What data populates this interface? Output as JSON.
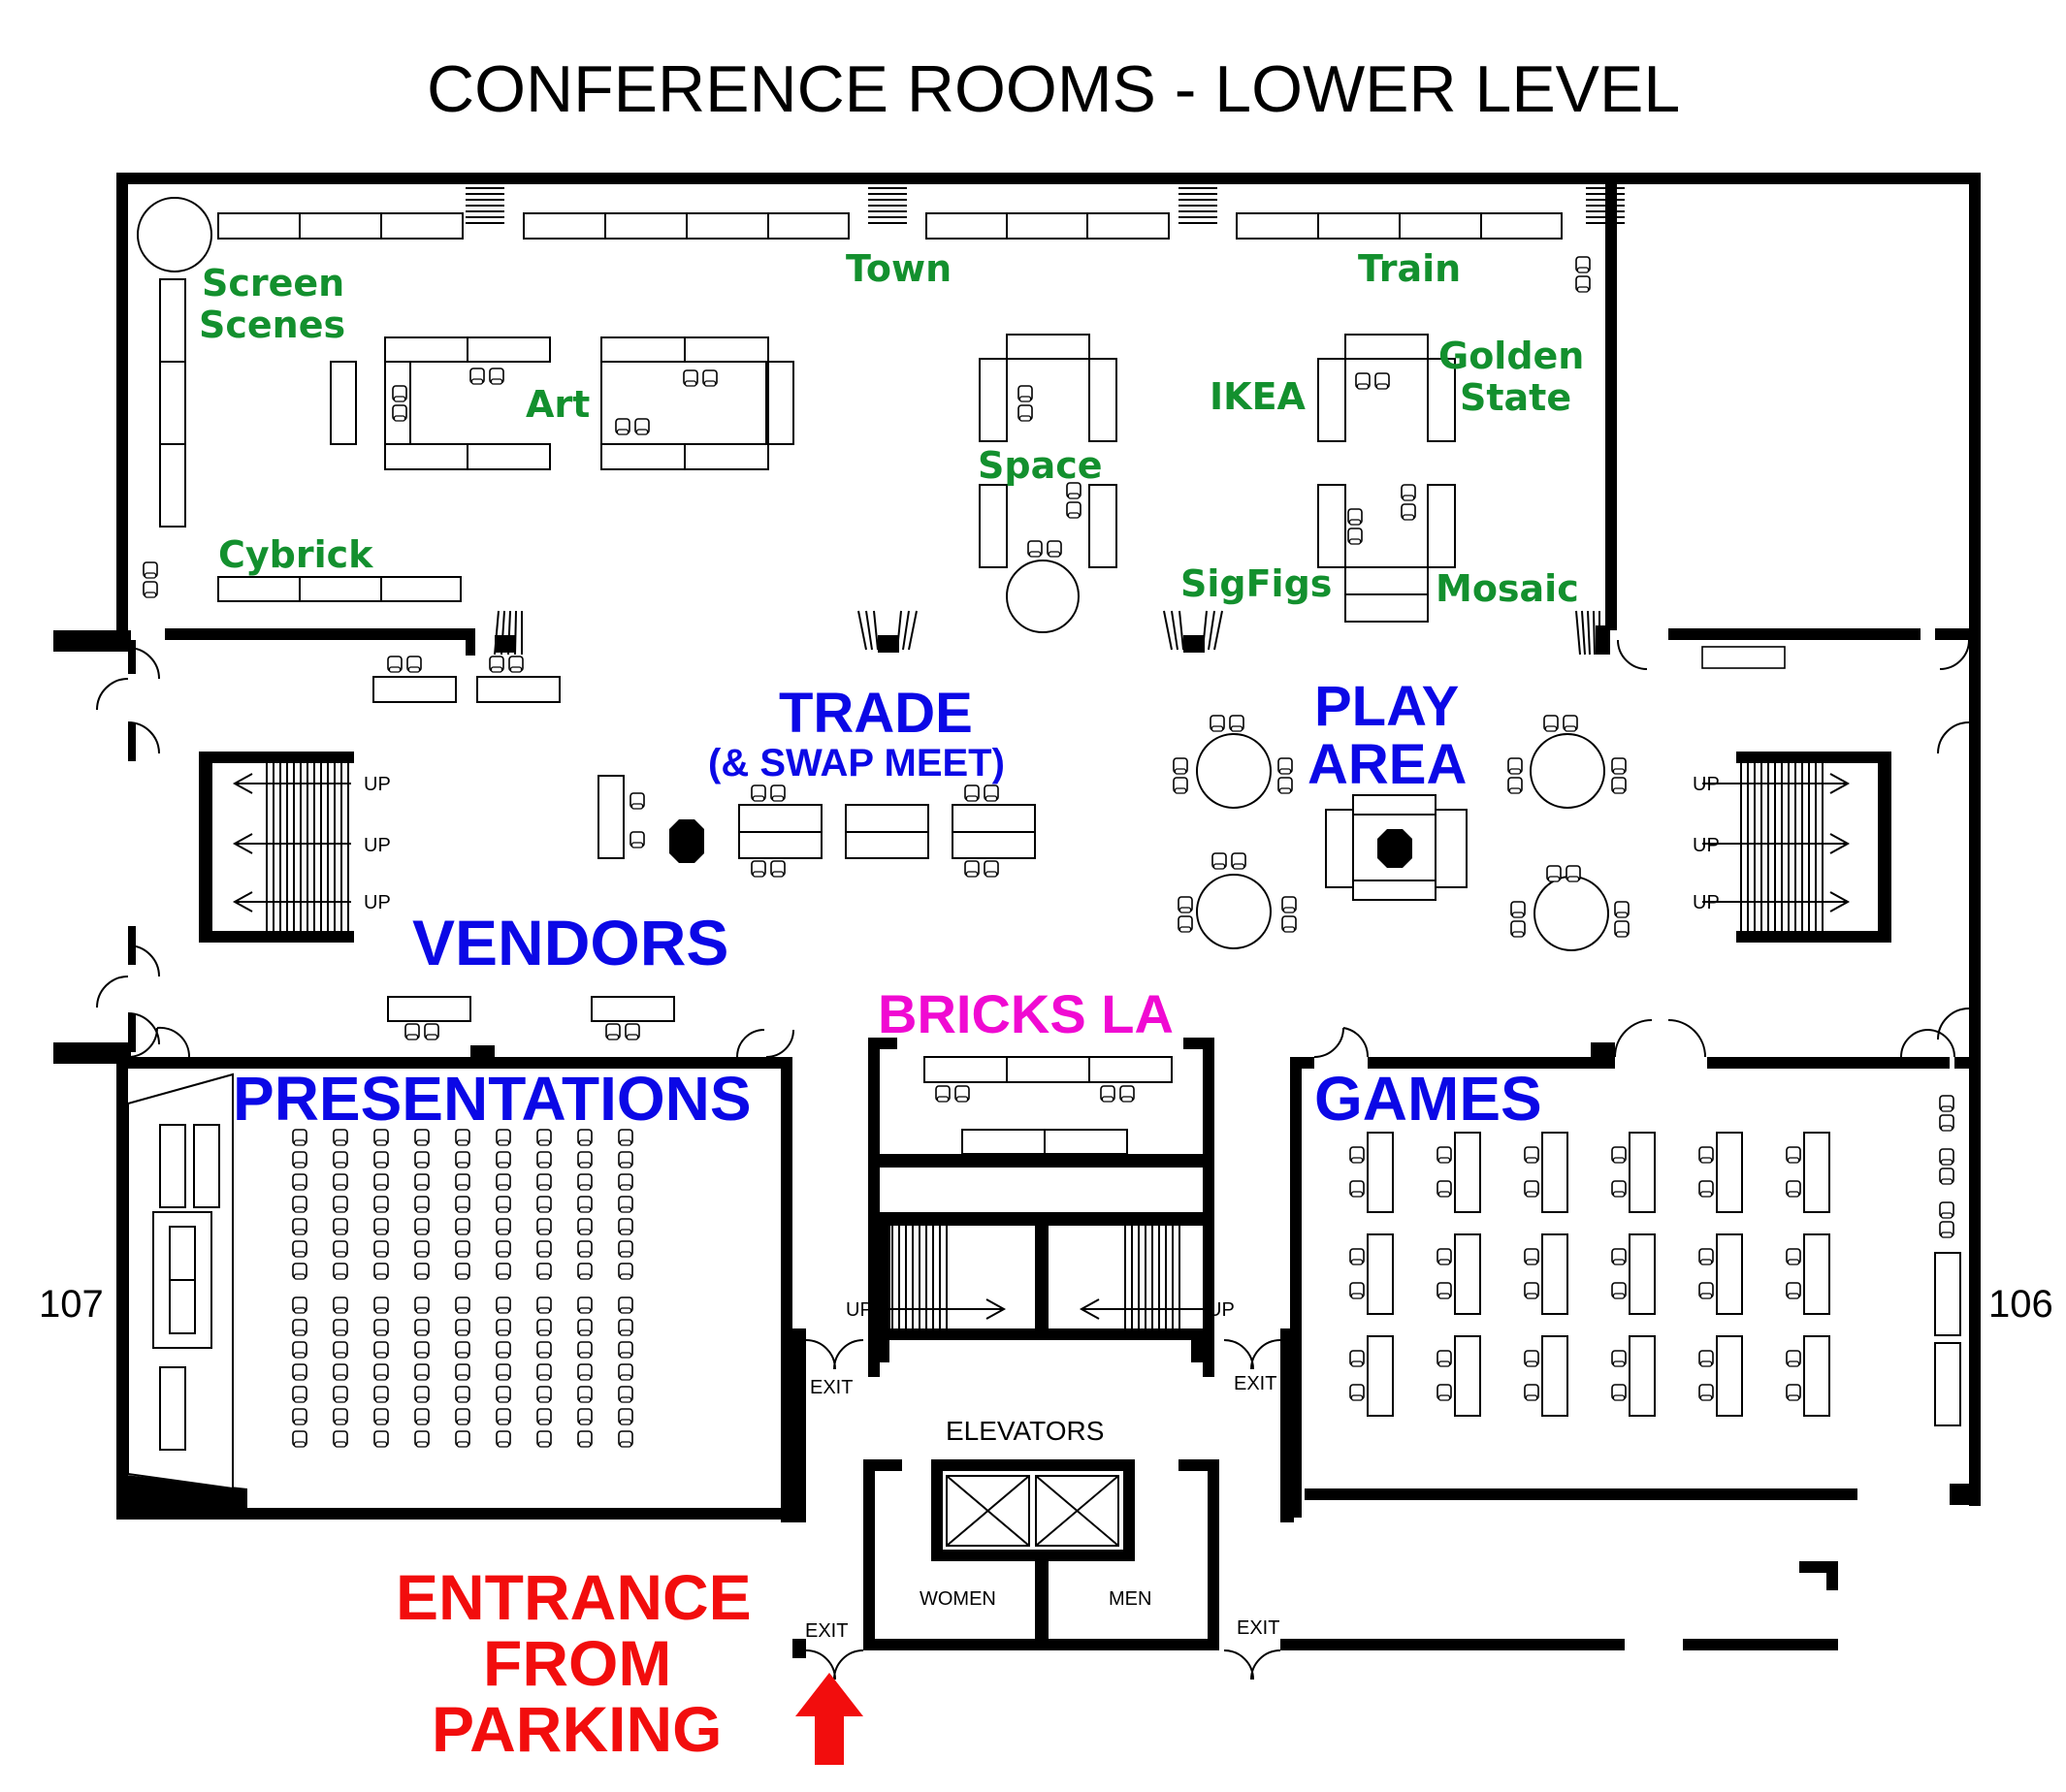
{
  "title": "CONFERENCE ROOMS - LOWER LEVEL",
  "labels": {
    "screen_scenes_1": "Screen",
    "screen_scenes_2": "Scenes",
    "town": "Town",
    "train": "Train",
    "art": "Art",
    "space": "Space",
    "ikea": "IKEA",
    "golden_state_1": "Golden",
    "golden_state_2": "State",
    "cybrick": "Cybrick",
    "sigfigs": "SigFigs",
    "mosaic": "Mosaic",
    "trade": "TRADE",
    "swap_meet": "(& SWAP MEET)",
    "play_area_1": "PLAY",
    "play_area_2": "AREA",
    "vendors": "VENDORS",
    "bricks_la": "BRICKS LA",
    "presentations": "PRESENTATIONS",
    "games": "GAMES",
    "entrance_1": "ENTRANCE",
    "entrance_2": "FROM",
    "entrance_3": "PARKING",
    "elevators": "ELEVATORS",
    "women": "WOMEN",
    "men": "MEN",
    "exit": "EXIT",
    "up": "UP",
    "room_107": "107",
    "room_106": "106"
  },
  "colors": {
    "section_green": "#13902e",
    "area_blue": "#0b08e6",
    "bricks_pink": "#f00ad2",
    "entrance_red": "#f20d0d"
  }
}
